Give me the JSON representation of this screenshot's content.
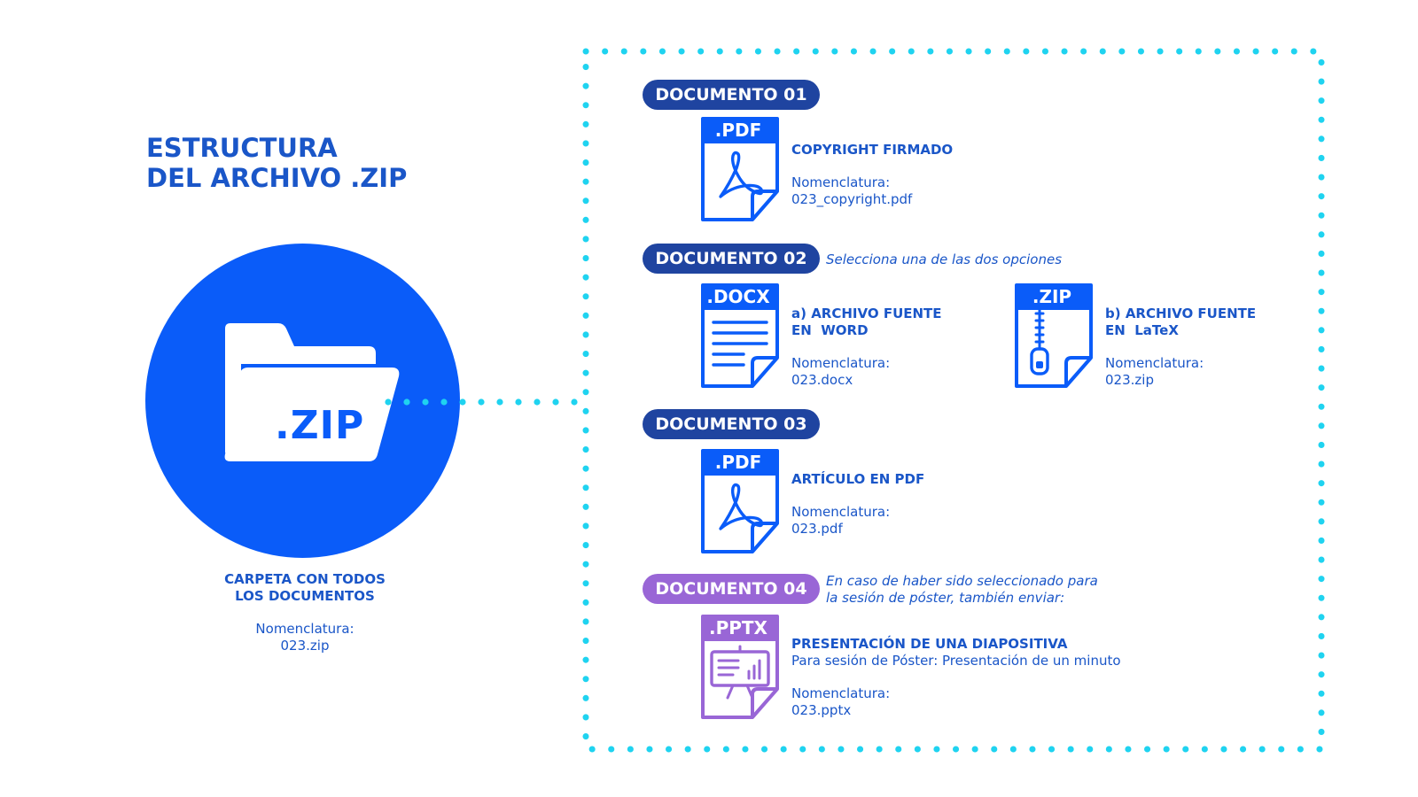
{
  "title": {
    "line1": "ESTRUCTURA",
    "line2": "DEL ARCHIVO .ZIP"
  },
  "folder": {
    "ext_label": ".ZIP",
    "caption_line1": "CARPETA CON TODOS",
    "caption_line2": "LOS DOCUMENTOS",
    "nomenclatura_label": "Nomenclatura:",
    "nomenclatura_value": "023.zip"
  },
  "colors": {
    "primary": "#0a5cf9",
    "navy": "#1f44a0",
    "text": "#1a56c8",
    "purple": "#9966d6",
    "dots": "#1fd3f0"
  },
  "documents": [
    {
      "pill": "DOCUMENTO 01",
      "note": "",
      "files": [
        {
          "ext": ".PDF",
          "icon": "pdf-icon",
          "name": "COPYRIGHT FIRMADO",
          "sub": "",
          "nomenclatura_label": "Nomenclatura:",
          "nomenclatura_value": "023_copyright.pdf"
        }
      ]
    },
    {
      "pill": "DOCUMENTO 02",
      "note": "Selecciona una de las dos opciones",
      "files": [
        {
          "ext": ".DOCX",
          "icon": "docx-icon",
          "name_line1": "a) ARCHIVO FUENTE",
          "name_line2": "EN  WORD",
          "nomenclatura_label": "Nomenclatura:",
          "nomenclatura_value": "023.docx"
        },
        {
          "ext": ".ZIP",
          "icon": "zip-icon",
          "name_line1": "b) ARCHIVO FUENTE",
          "name_line2": "EN  LaTeX",
          "nomenclatura_label": "Nomenclatura:",
          "nomenclatura_value": "023.zip"
        }
      ]
    },
    {
      "pill": "DOCUMENTO 03",
      "note": "",
      "files": [
        {
          "ext": ".PDF",
          "icon": "pdf-icon",
          "name": "ARTÍCULO EN PDF",
          "sub": "",
          "nomenclatura_label": "Nomenclatura:",
          "nomenclatura_value": "023.pdf"
        }
      ]
    },
    {
      "pill": "DOCUMENTO 04",
      "note_line1": "En caso de haber sido seleccionado para",
      "note_line2": "la sesión de póster, también enviar:",
      "files": [
        {
          "ext": ".PPTX",
          "icon": "presentation-icon",
          "name": "PRESENTACIÓN DE UNA DIAPOSITIVA",
          "sub": "Para sesión de Póster: Presentación de un minuto",
          "nomenclatura_label": "Nomenclatura:",
          "nomenclatura_value": "023.pptx"
        }
      ]
    }
  ]
}
